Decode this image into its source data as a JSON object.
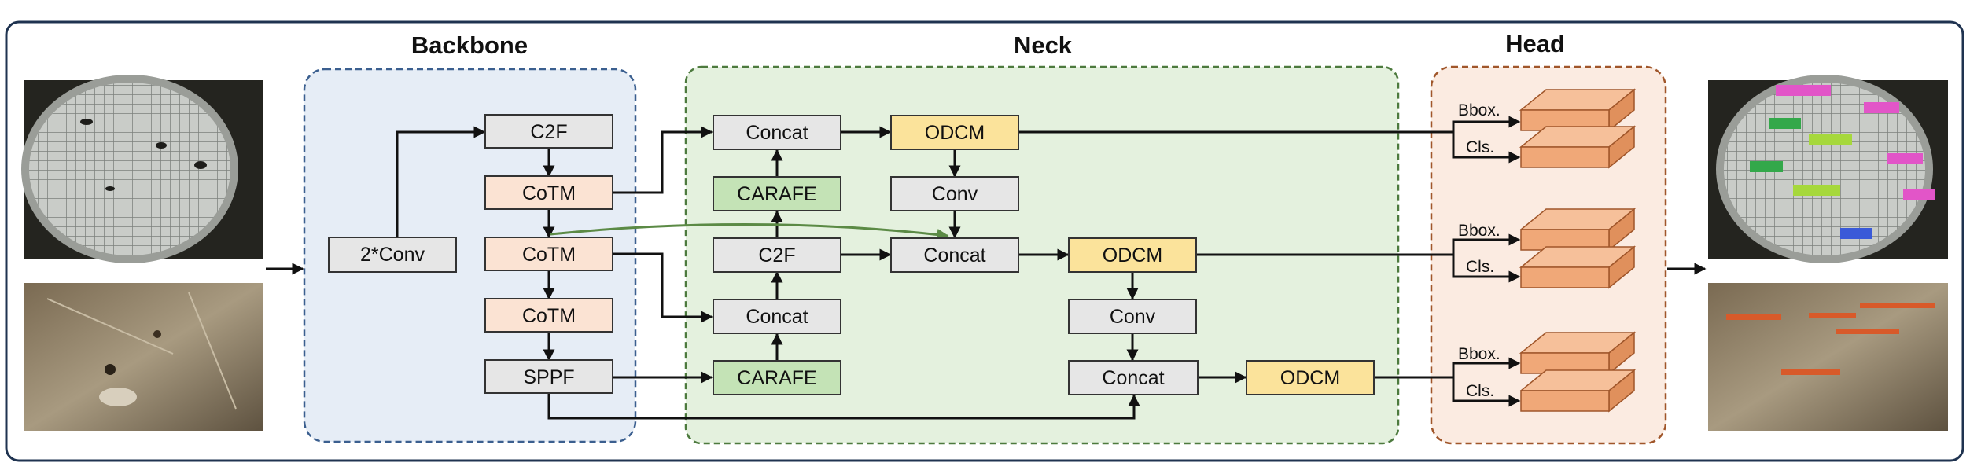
{
  "sections": {
    "backbone": "Backbone",
    "neck": "Neck",
    "head": "Head"
  },
  "backbone": {
    "conv2": "2*Conv",
    "c2f": "C2F",
    "cotm1": "CoTM",
    "cotm2": "CoTM",
    "cotm3": "CoTM",
    "sppf": "SPPF"
  },
  "neck": {
    "concat_top": "Concat",
    "carafe_top": "CARAFE",
    "c2f": "C2F",
    "concat_mid": "Concat",
    "carafe_bot": "CARAFE",
    "odcm1": "ODCM",
    "conv1": "Conv",
    "concat2": "Concat",
    "odcm2": "ODCM",
    "conv2": "Conv",
    "concat3": "Concat",
    "odcm3": "ODCM"
  },
  "head": {
    "bbox": "Bbox.",
    "cls": "Cls."
  },
  "colors": {
    "frame": "#1f3350",
    "backbone_bg": "#e6edf6",
    "backbone_border": "#3b5f8f",
    "neck_bg": "#e4f1de",
    "neck_border": "#4d7a3e",
    "head_bg": "#fbebe1",
    "head_border": "#a0562a",
    "gray_box": "#e6e6e6",
    "cotm_box": "#fbe3d3",
    "carafe_box": "#c4e3b6",
    "odcm_box": "#fbe39b",
    "head_block": "#f0a878",
    "green_arrow": "#5b8a45"
  }
}
